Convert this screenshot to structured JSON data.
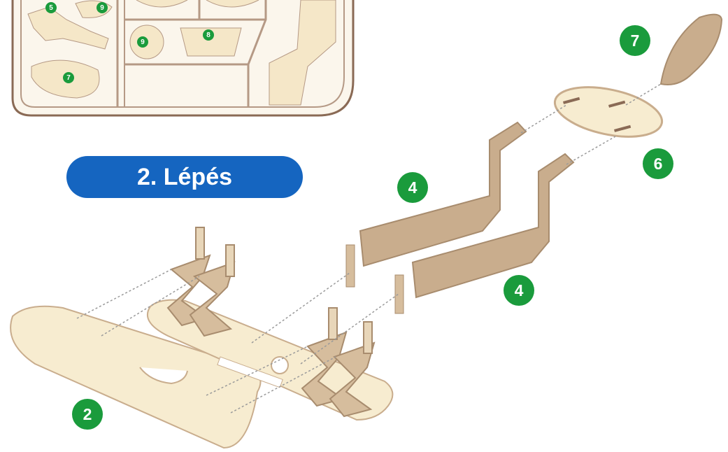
{
  "step_title": "2. Lépés",
  "colors": {
    "badge_green": "#1a9b3c",
    "title_blue": "#1565c0",
    "plywood_light": "#f7ecd0",
    "plywood_dark": "#c9ad8d",
    "sheet_border": "#8a6a55"
  },
  "sheet_labels": [
    "5",
    "9",
    "9",
    "8",
    "7"
  ],
  "part_labels": {
    "base": "2",
    "side_a": "4",
    "side_b": "4",
    "seat": "6",
    "back": "7"
  }
}
